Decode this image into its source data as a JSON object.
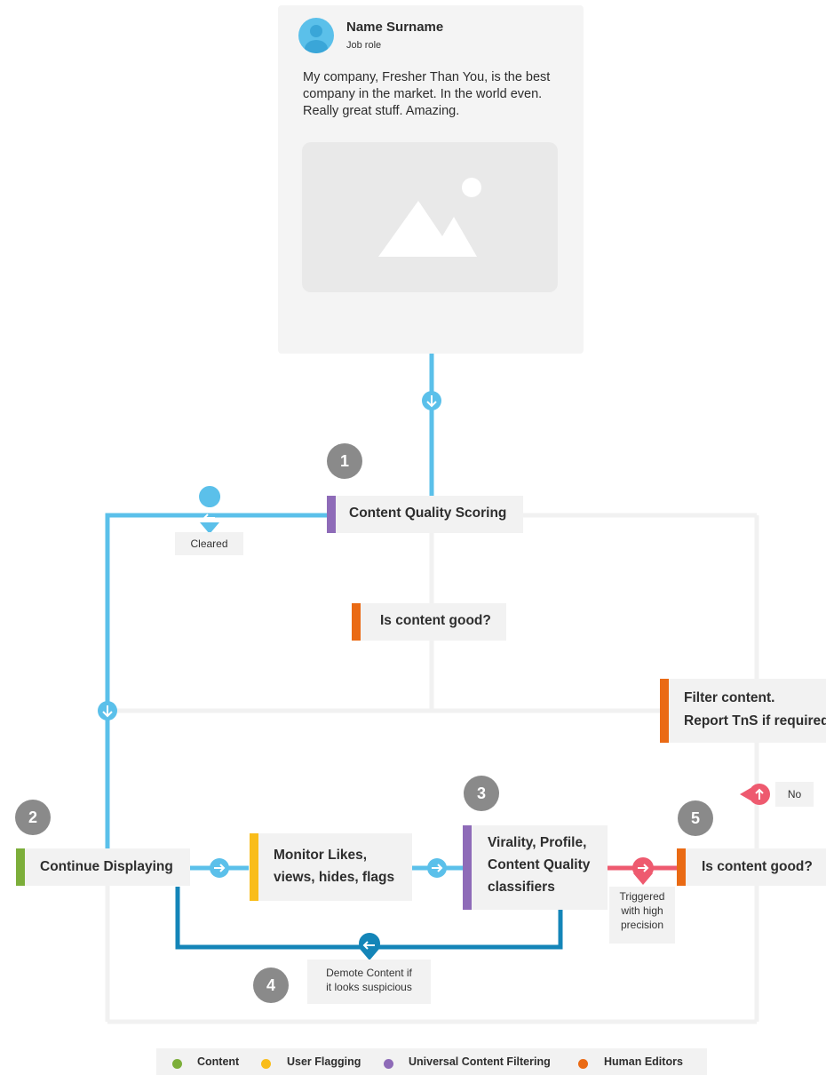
{
  "post": {
    "author_name": "Name Surname",
    "author_role": "Job role",
    "text": "My company, Fresher Than You, is the best company in the market. In the world even. Really great stuff. Amazing."
  },
  "steps": {
    "step1": "1",
    "step2": "2",
    "step3": "3",
    "step4": "4",
    "step5": "5"
  },
  "boxes": {
    "content_quality_scoring": "Content Quality Scoring",
    "is_content_good_1": "Is content good?",
    "filter_line1": "Filter content.",
    "filter_line2": "Report TnS if required",
    "continue_displaying": "Continue Displaying",
    "monitor_line1": "Monitor Likes,",
    "monitor_line2": "views, hides, flags",
    "classifiers_line1": "Virality, Profile,",
    "classifiers_line2": "Content Quality",
    "classifiers_line3": "classifiers",
    "is_content_good_2": "Is content good?"
  },
  "labels": {
    "cleared": "Cleared",
    "no": "No",
    "triggered_line1": "Triggered",
    "triggered_line2": "with high",
    "triggered_line3": "precision",
    "demote_line1": "Demote Content if",
    "demote_line2": "it looks suspicious"
  },
  "legend": [
    {
      "label": "Content",
      "color": "#7cae3a"
    },
    {
      "label": "User Flagging",
      "color": "#f9bd1b"
    },
    {
      "label": "Universal Content Filtering",
      "color": "#8e6bb8"
    },
    {
      "label": "Human Editors",
      "color": "#ea6a14"
    }
  ],
  "colors": {
    "flow_light_blue": "#5bc0ea",
    "flow_dark_blue": "#1485b8",
    "flow_red": "#ee5a6f",
    "content_green": "#7cae3a",
    "user_flagging_yellow": "#f9bd1b",
    "ucf_purple": "#8e6bb8",
    "human_editors_orange": "#ea6a14"
  }
}
